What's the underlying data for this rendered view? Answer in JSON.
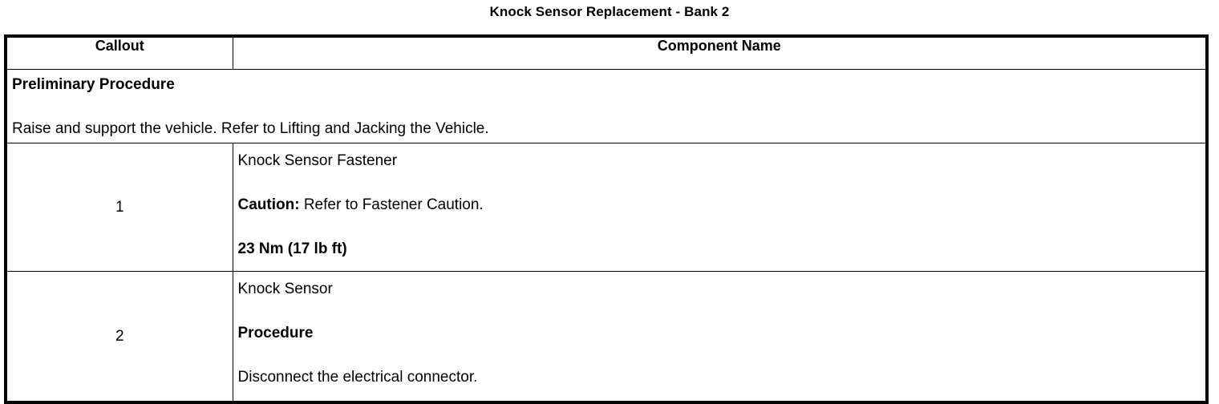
{
  "document": {
    "title": "Knock Sensor Replacement - Bank 2"
  },
  "table": {
    "headers": {
      "callout": "Callout",
      "component_name": "Component Name"
    },
    "preliminary": {
      "heading": "Preliminary Procedure",
      "text": "Raise and support the vehicle. Refer to Lifting and Jacking the Vehicle."
    },
    "rows": [
      {
        "callout": "1",
        "name": "Knock Sensor Fastener",
        "caution_label": "Caution:",
        "caution_text": " Refer to Fastener Caution.",
        "torque": "23 Nm (17 lb ft)"
      },
      {
        "callout": "2",
        "name": "Knock Sensor",
        "procedure_heading": "Procedure",
        "procedure_step": "Disconnect the electrical connector."
      }
    ]
  }
}
